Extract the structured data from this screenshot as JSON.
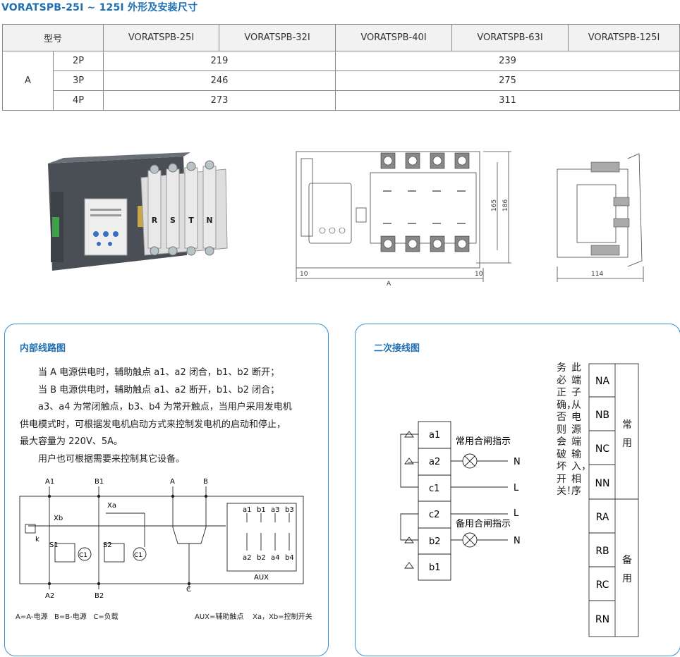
{
  "title": "VORATSPB-25I ~ 125I 外形及安装尺寸",
  "table": {
    "model_header": "型号",
    "models": [
      "VORATSPB-25I",
      "VORATSPB-32I",
      "VORATSPB-40I",
      "VORATSPB-63I",
      "VORATSPB-125I"
    ],
    "row_group": "A",
    "rows": [
      {
        "pole": "2P",
        "small": "219",
        "large": "239"
      },
      {
        "pole": "3P",
        "small": "246",
        "large": "275"
      },
      {
        "pole": "4P",
        "small": "273",
        "large": "311"
      }
    ]
  },
  "product": {
    "phase_labels": [
      "R",
      "S",
      "T",
      "N"
    ]
  },
  "front_drawing": {
    "dim_165": "165",
    "dim_186": "186",
    "dim_left": "10",
    "dim_right": "10",
    "dim_width": "A"
  },
  "side_drawing": {
    "dim_114": "114"
  },
  "internal": {
    "title": "内部线路图",
    "paragraphs": [
      "当 A 电源供电时，辅助触点 a1、a2 闭合，b1、b2 断开；",
      "当 B 电源供电时，辅助触点 a1、a2 断开，b1、b2 闭合；",
      "a3、a4 为常闭触点，b3、b4 为常开触点，当用户采用发电机",
      "供电模式时，可根据发电机启动方式来控制发电机的启动和停止，",
      "最大容量为 220V、5A。",
      "用户也可根据需要来控制其它设备。"
    ],
    "labels": {
      "a1_top": "A1",
      "b1_top": "B1",
      "a_top": "A",
      "b_top": "B",
      "xb": "Xb",
      "xa": "Xa",
      "k": "k",
      "s1": "S1",
      "s2": "S2",
      "c1": "C1",
      "a2_bot": "A2",
      "b2_bot": "B2",
      "c_bot": "C",
      "aux": "AUX",
      "aux_top": [
        "a1",
        "b1",
        "a3",
        "b3"
      ],
      "aux_bot": [
        "a2",
        "b2",
        "a4",
        "b4"
      ]
    },
    "legend_left": "A=A-电源   B=B-电源   C=负载",
    "legend_right": "AUX=辅助触点    Xa，Xb=控制开关"
  },
  "secondary": {
    "title": "二次接线图",
    "terminals": [
      "a1",
      "a2",
      "c1",
      "c2",
      "b2",
      "b1"
    ],
    "normal_indicator": "常用合闸指示",
    "standby_indicator": "备用合闸指示",
    "n1": "N",
    "l1": "L",
    "l2": "L",
    "n2": "N",
    "note_col1": "务必正确，否则会破坏开关！",
    "note_col2": "此端子从电源端输入，相序",
    "right_terminals": [
      "NA",
      "NB",
      "NC",
      "NN",
      "RA",
      "RB",
      "RC",
      "RN"
    ],
    "group_normal": "常用",
    "group_standby": "备用"
  }
}
